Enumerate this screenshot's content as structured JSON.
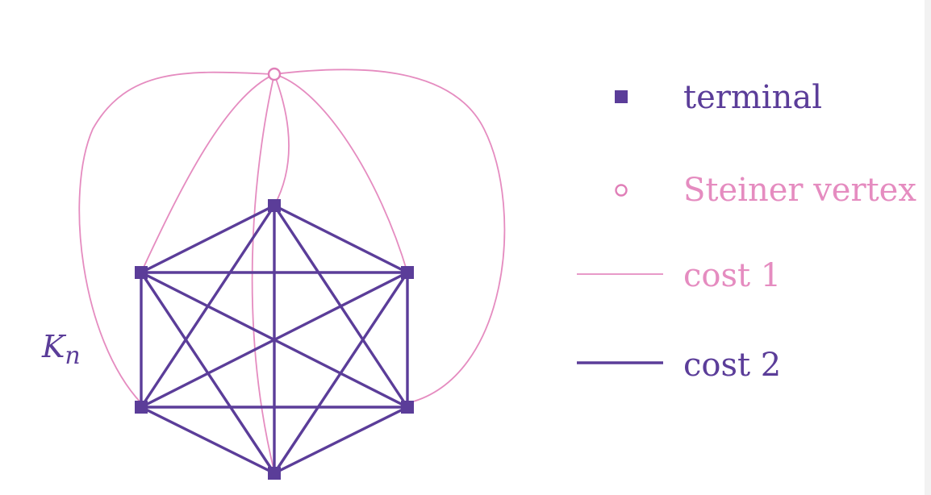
{
  "colors": {
    "terminal": "#5b3d99",
    "steiner": "#e07fb8",
    "cost1": "#e58cc0",
    "cost2": "#5b3d99",
    "background": "#ffffff"
  },
  "graph": {
    "label_main": "K",
    "label_sub": "n",
    "terminals": [
      "t-top",
      "t-upper-left",
      "t-upper-right",
      "t-lower-left",
      "t-lower-right",
      "t-bottom"
    ],
    "steiner_vertices": [
      "s-top"
    ],
    "cost1_edges": [
      [
        "s-top",
        "t-upper-left"
      ],
      [
        "s-top",
        "t-upper-right"
      ],
      [
        "s-top",
        "t-lower-left"
      ],
      [
        "s-top",
        "t-lower-right"
      ],
      [
        "s-top",
        "t-top"
      ],
      [
        "s-top",
        "t-bottom"
      ]
    ],
    "cost2_edges": "complete graph on all terminals"
  },
  "legend": {
    "terminal": "terminal",
    "steiner_vertex": "Steiner vertex",
    "cost1": "cost 1",
    "cost2": "cost 2"
  }
}
